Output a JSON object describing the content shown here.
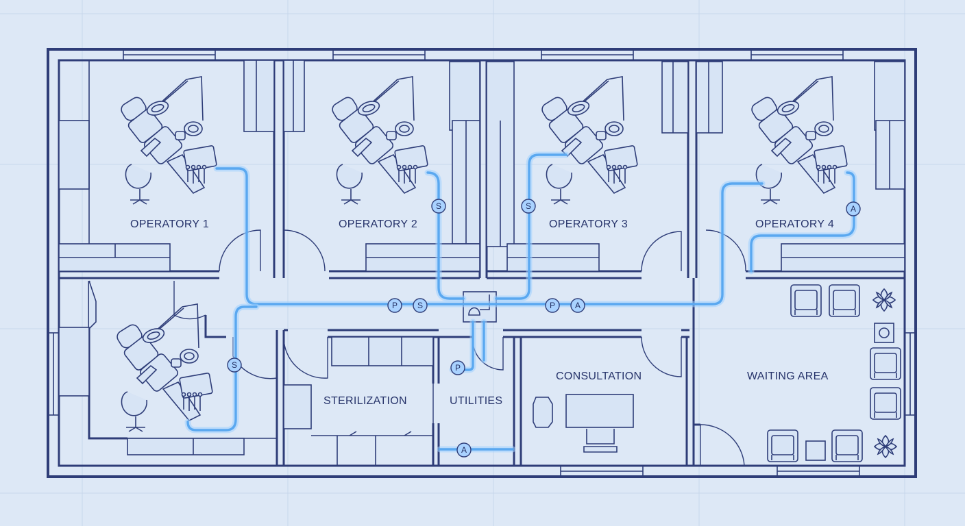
{
  "rooms": {
    "operatory_1": "OPERATORY 1",
    "operatory_2": "OPERATORY 2",
    "operatory_3": "OPERATORY 3",
    "operatory_4": "OPERATORY 4",
    "sterilization": "STERILIZATION",
    "utilities": "UTILITIES",
    "consultation": "CONSULTATION",
    "waiting_area": "WAITING AREA"
  },
  "utility_tags": {
    "suction": "S",
    "pressure": "P",
    "air": "A"
  },
  "colors": {
    "background": "#dde8f6",
    "wall": "#2e3d78",
    "pipe": "#5aa8f0",
    "pipe_glow": "#9fd0ff",
    "tag_fill": "#a9d2ff"
  }
}
